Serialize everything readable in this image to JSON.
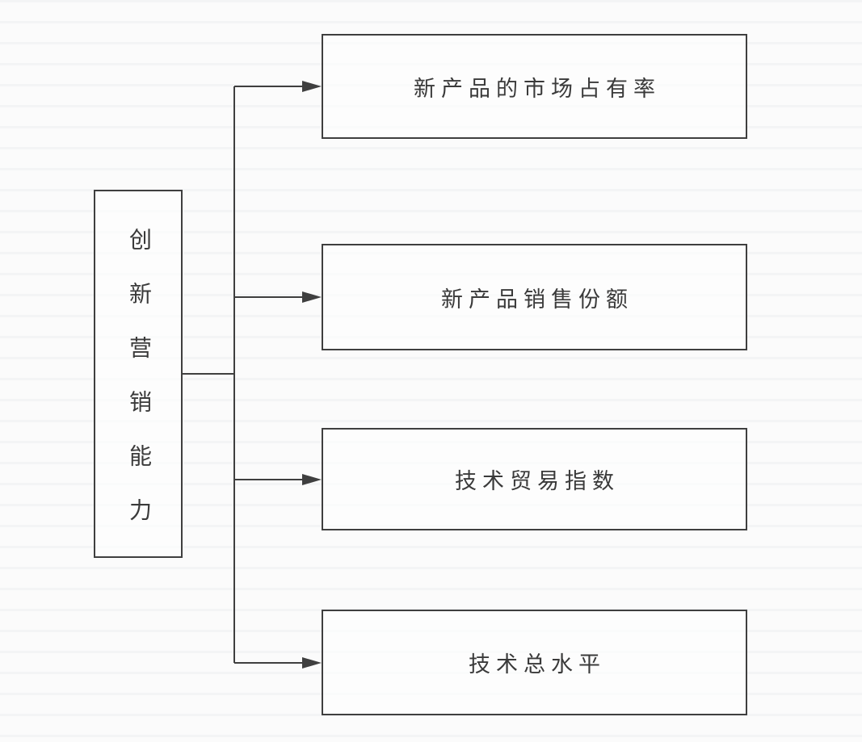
{
  "diagram": {
    "type": "tree",
    "direction": "left-to-right",
    "root": {
      "label": "创新营销能力",
      "orientation": "vertical"
    },
    "children": [
      {
        "label": "新产品的市场占有率"
      },
      {
        "label": "新产品销售份额"
      },
      {
        "label": "技术贸易指数"
      },
      {
        "label": "技术总水平"
      }
    ],
    "edges": [
      {
        "from": "创新营销能力",
        "to": "新产品的市场占有率",
        "arrow": true
      },
      {
        "from": "创新营销能力",
        "to": "新产品销售份额",
        "arrow": true
      },
      {
        "from": "创新营销能力",
        "to": "技术贸易指数",
        "arrow": true
      },
      {
        "from": "创新营销能力",
        "to": "技术总水平",
        "arrow": true
      }
    ],
    "colors": {
      "line": "#3f3f3f",
      "text": "#3a3a3a",
      "page_background": "#fbfbfb"
    }
  }
}
